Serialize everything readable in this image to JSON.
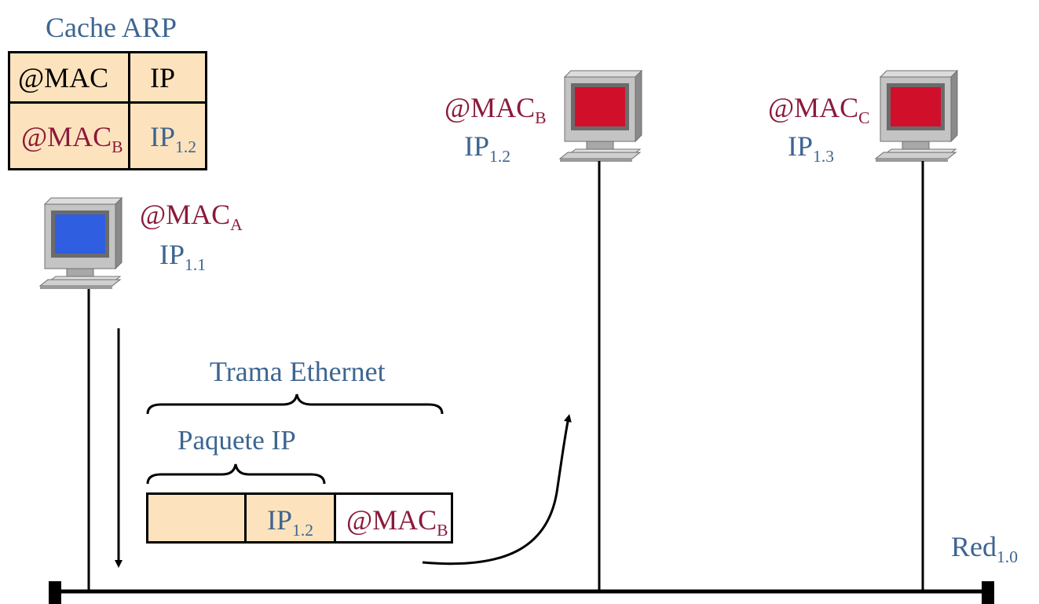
{
  "arp_cache": {
    "title": "Cache ARP",
    "header_mac": "@MAC",
    "header_ip": "IP",
    "row_mac": "@MAC",
    "row_mac_sub": "B",
    "row_ip": "IP",
    "row_ip_sub": "1.2"
  },
  "host_a": {
    "mac": "@MAC",
    "mac_sub": "A",
    "ip": "IP",
    "ip_sub": "1.1",
    "screen_color": "#2f5fe0"
  },
  "host_b": {
    "mac": "@MAC",
    "mac_sub": "B",
    "ip": "IP",
    "ip_sub": "1.2",
    "screen_color": "#d0102a"
  },
  "host_c": {
    "mac": "@MAC",
    "mac_sub": "C",
    "ip": "IP",
    "ip_sub": "1.3",
    "screen_color": "#d0102a"
  },
  "frame": {
    "ethernet_label": "Trama Ethernet",
    "packet_label": "Paquete IP",
    "field_ip": "IP",
    "field_ip_sub": "1.2",
    "field_mac": "@MAC",
    "field_mac_sub": "B"
  },
  "network": {
    "label": "Red",
    "label_sub": "1.0"
  },
  "colors": {
    "blue_text": "#3d6591",
    "maroon_text": "#8b1a3b",
    "cell_fill": "#fde3bd"
  }
}
